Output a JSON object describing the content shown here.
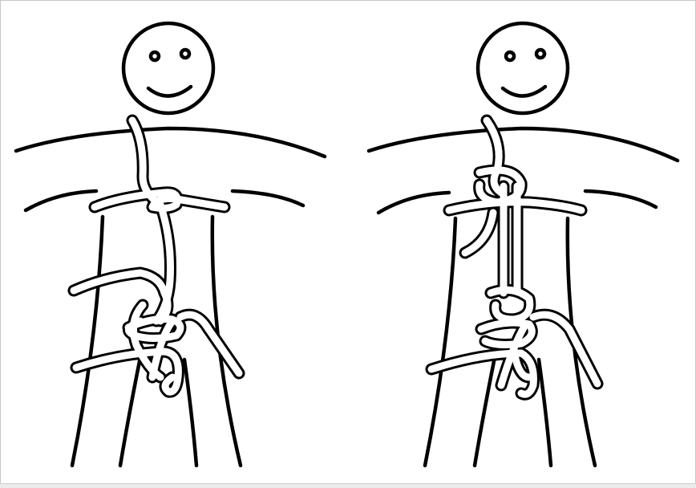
{
  "colors": {
    "ink": "#000000",
    "cord_fill": "#ffffff",
    "background": "#ffffff",
    "border": "#c8c8c8"
  },
  "illustration": {
    "panels": [
      {
        "id": "left",
        "figure": "stick-figure-with-knot-step-1"
      },
      {
        "id": "right",
        "figure": "stick-figure-with-knot-step-2"
      }
    ]
  }
}
